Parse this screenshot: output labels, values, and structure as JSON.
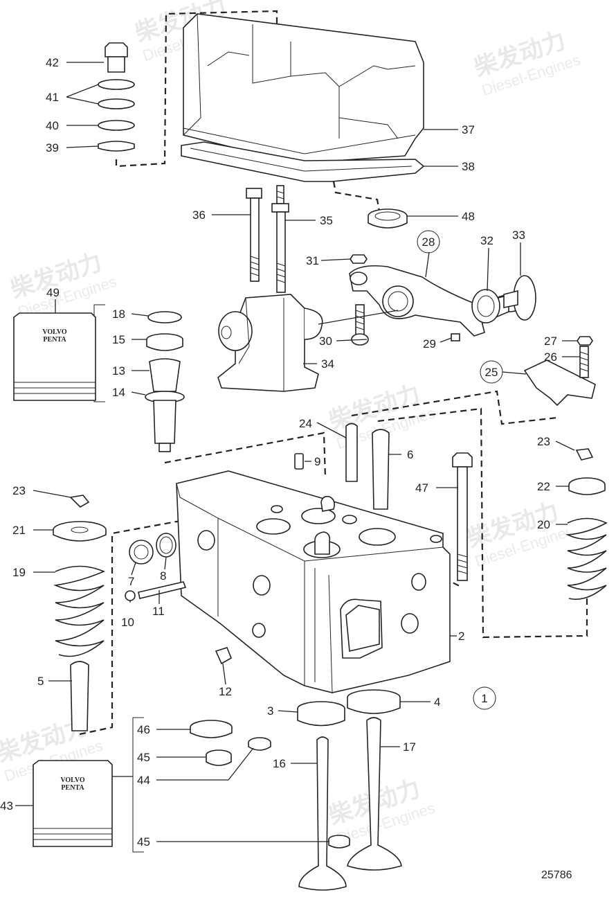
{
  "watermark": {
    "cn": "柴发动力",
    "en": "Diesel-Engines"
  },
  "drawing_number": "25786",
  "kit_box": {
    "line1": "VOLVO",
    "line2": "PENTA"
  },
  "labels": {
    "l1": "1",
    "l2": "2",
    "l3": "3",
    "l4": "4",
    "l5": "5",
    "l6": "6",
    "l7": "7",
    "l8": "8",
    "l9": "9",
    "l10": "10",
    "l11": "11",
    "l12": "12",
    "l13": "13",
    "l14": "14",
    "l15": "15",
    "l16": "16",
    "l17": "17",
    "l18": "18",
    "l19": "19",
    "l20": "20",
    "l21": "21",
    "l22": "22",
    "l23a": "23",
    "l23b": "23",
    "l24": "24",
    "l25": "25",
    "l26": "26",
    "l27": "27",
    "l28": "28",
    "l29": "29",
    "l30": "30",
    "l31": "31",
    "l32": "32",
    "l33": "33",
    "l34": "34",
    "l35": "35",
    "l36": "36",
    "l37": "37",
    "l38": "38",
    "l39": "39",
    "l40": "40",
    "l41": "41",
    "l42": "42",
    "l43": "43",
    "l44": "44",
    "l45a": "45",
    "l45b": "45",
    "l46": "46",
    "l47": "47",
    "l48": "48",
    "l49": "49"
  }
}
